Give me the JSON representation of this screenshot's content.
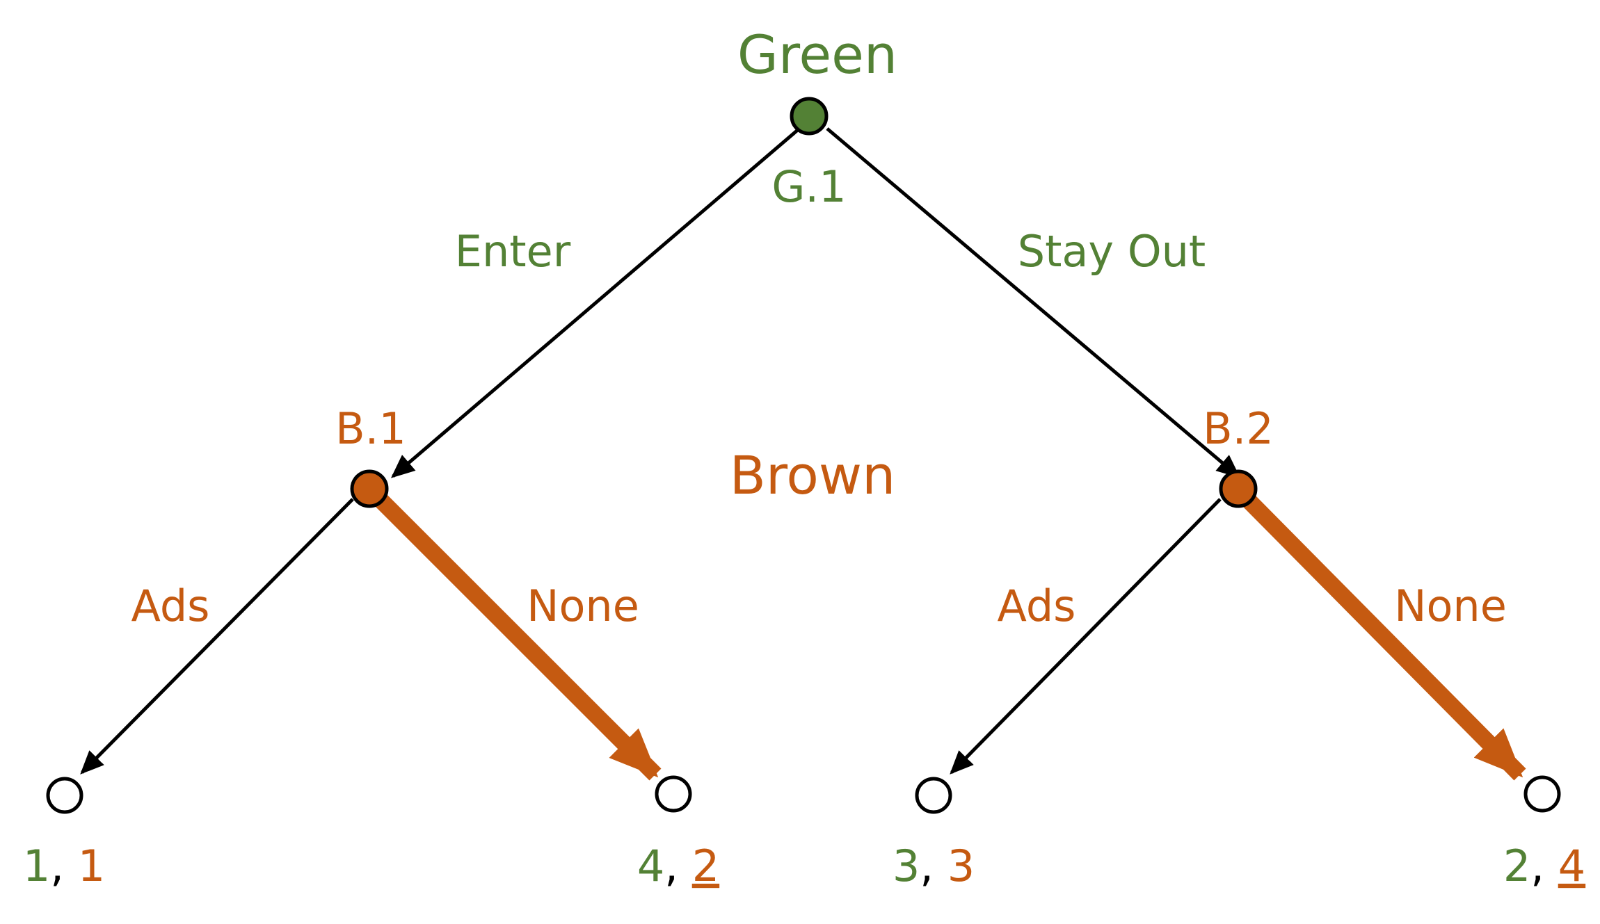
{
  "colors": {
    "green": "#538135",
    "brown": "#C55A11",
    "edge": "#000000",
    "terminal_fill": "#ffffff"
  },
  "players": {
    "green": "Green",
    "brown": "Brown"
  },
  "nodes": {
    "g1": {
      "label": "G.1",
      "player": "green"
    },
    "b1": {
      "label": "B.1",
      "player": "brown"
    },
    "b2": {
      "label": "B.2",
      "player": "brown"
    }
  },
  "actions": {
    "enter": "Enter",
    "stay_out": "Stay Out",
    "b1_ads": "Ads",
    "b1_none": "None",
    "b2_ads": "Ads",
    "b2_none": "None"
  },
  "payoffs": [
    {
      "green": "1",
      "sep": ",",
      "brown": "1",
      "brown_underlined": false
    },
    {
      "green": "4",
      "sep": ",",
      "brown": "2",
      "brown_underlined": true
    },
    {
      "green": "3",
      "sep": ",",
      "brown": "3",
      "brown_underlined": false
    },
    {
      "green": "2",
      "sep": ",",
      "brown": "4",
      "brown_underlined": true
    }
  ]
}
